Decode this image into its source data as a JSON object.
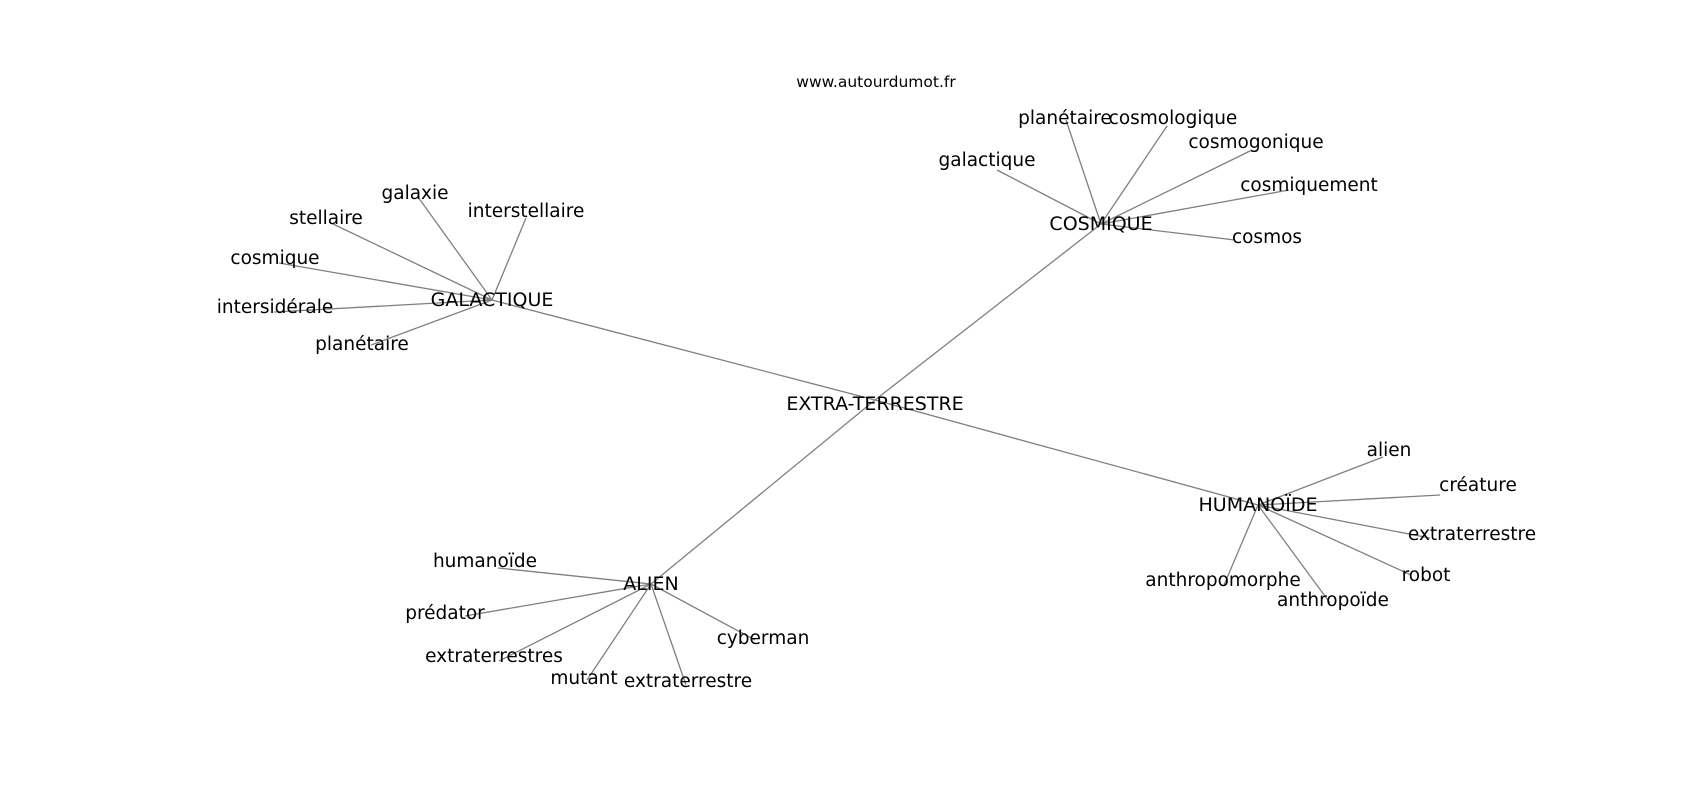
{
  "source": "www.autourdumot.fr",
  "root": "EXTRA-TERRESTRE",
  "groups": [
    {
      "label": "COSMIQUE",
      "leaves": [
        "planétaire",
        "cosmologique",
        "cosmogonique",
        "cosmiquement",
        "galactique",
        "cosmos"
      ]
    },
    {
      "label": "GALACTIQUE",
      "leaves": [
        "galaxie",
        "stellaire",
        "interstellaire",
        "cosmique",
        "intersidérale",
        "planétaire"
      ]
    },
    {
      "label": "HUMANOÏDE",
      "leaves": [
        "alien",
        "créature",
        "extraterrestre",
        "robot",
        "anthropomorphe",
        "anthropoïde"
      ]
    },
    {
      "label": "ALIEN",
      "leaves": [
        "humanoïde",
        "prédator",
        "extraterrestres",
        "mutant",
        "extraterrestre",
        "cyberman"
      ]
    }
  ]
}
